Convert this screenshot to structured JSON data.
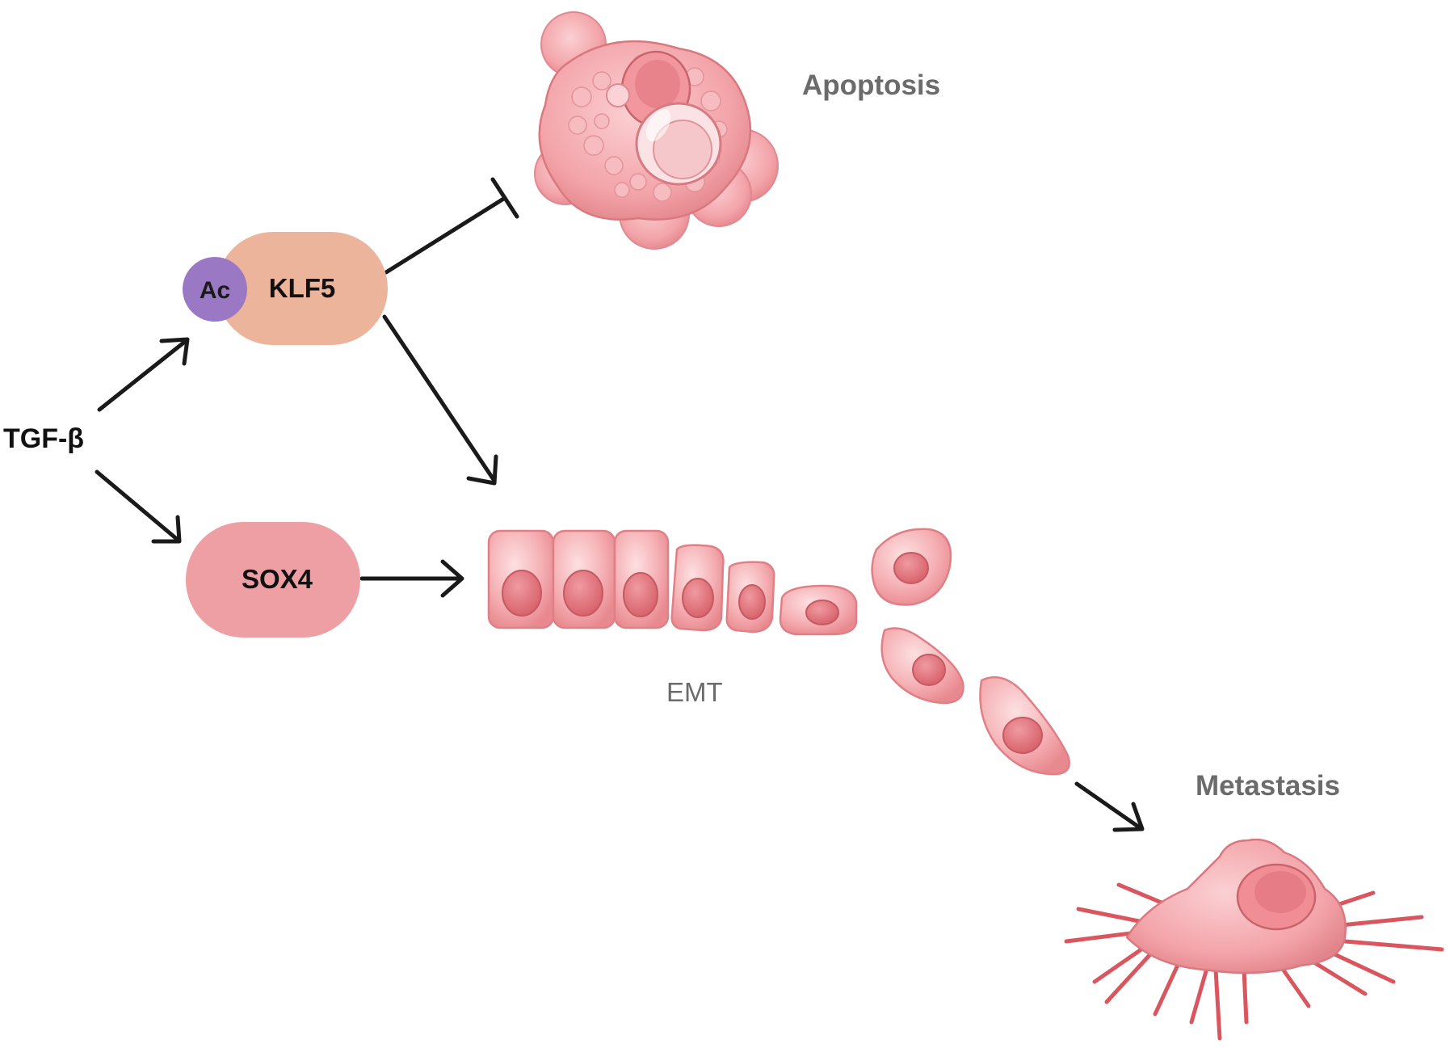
{
  "signal": {
    "label": "TGF-β"
  },
  "nodes": {
    "klf5": {
      "label": "KLF5",
      "modification": "Ac"
    },
    "sox4": {
      "label": "SOX4"
    }
  },
  "outcomes": {
    "apoptosis": "Apoptosis",
    "emt": "EMT",
    "metastasis": "Metastasis"
  },
  "edges": [
    {
      "from": "TGF-β",
      "to": "KLF5",
      "type": "activation"
    },
    {
      "from": "TGF-β",
      "to": "SOX4",
      "type": "activation"
    },
    {
      "from": "KLF5",
      "to": "Apoptosis",
      "type": "inhibition"
    },
    {
      "from": "KLF5",
      "to": "EMT",
      "type": "activation"
    },
    {
      "from": "SOX4",
      "to": "EMT",
      "type": "activation"
    },
    {
      "from": "EMT",
      "to": "Metastasis",
      "type": "activation"
    }
  ],
  "colors": {
    "klf5_fill": "#ebb49b",
    "ac_fill": "#9b78c3",
    "sox4_fill": "#ee9fa4",
    "cell_fill": "#f4a9ad",
    "cell_nucleus": "#df6f77",
    "outcome_text": "#6b6b6b",
    "arrow": "#1a1a1a"
  }
}
